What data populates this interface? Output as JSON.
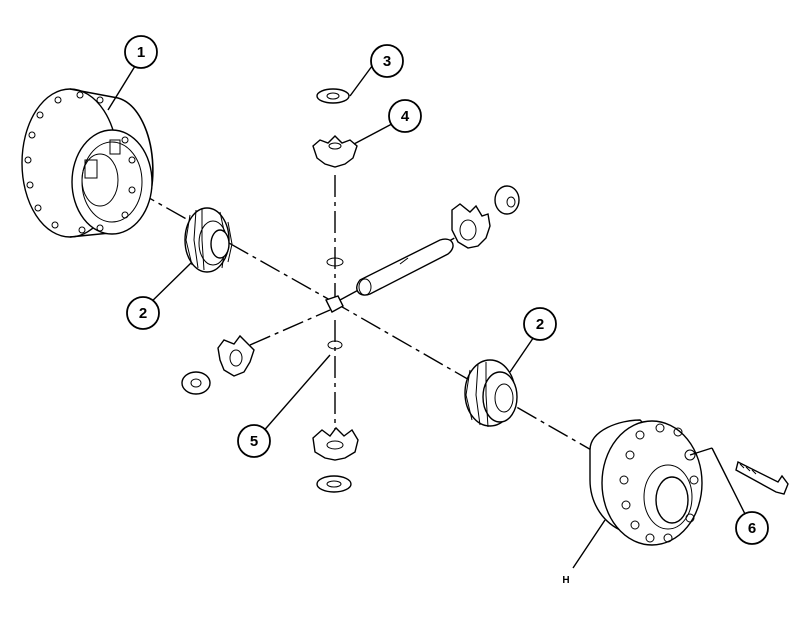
{
  "callouts": [
    {
      "id": "c1",
      "label": "1"
    },
    {
      "id": "c2a",
      "label": "2"
    },
    {
      "id": "c2b",
      "label": "2"
    },
    {
      "id": "c3",
      "label": "3"
    },
    {
      "id": "c4",
      "label": "4"
    },
    {
      "id": "c5",
      "label": "5"
    },
    {
      "id": "c6",
      "label": "6"
    }
  ],
  "marker": "H"
}
